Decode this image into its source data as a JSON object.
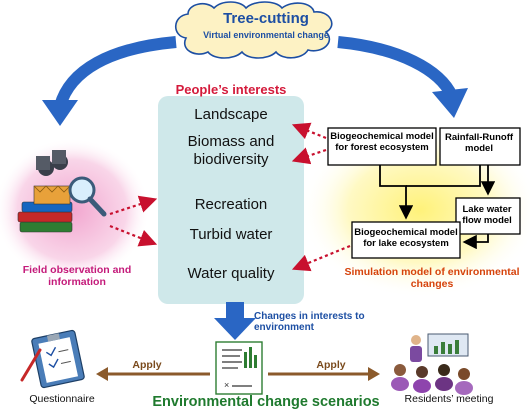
{
  "cloud": {
    "title": "Tree-cutting",
    "subtitle": "Virtual environmental change"
  },
  "interests": {
    "title": "People’s interests",
    "items": [
      "Landscape",
      "Biomass and biodiversity",
      "Recreation",
      "Turbid water",
      "Water quality"
    ]
  },
  "models": {
    "forest": "Biogeochemical model for forest ecosystem",
    "rainfall_runoff": "Rainfall-Runoff model",
    "lake_flow": "Lake water flow model",
    "lake_ecosystem": "Biogeochemical model for lake ecosystem"
  },
  "captions": {
    "field": "Field observation and information",
    "simulation": "Simulation model of environmental changes",
    "changes": "Changes in interests to environment"
  },
  "bottom": {
    "apply_left": "Apply",
    "apply_right": "Apply",
    "scenarios": "Environmental change scenarios",
    "questionnaire": "Questionnaire",
    "residents": "Residents’ meeting"
  },
  "colors": {
    "cloud_text": "#1d4fa3",
    "interests_title": "#d41a3b",
    "panel_fill": "#cfe8ea",
    "big_arrow": "#2a66c4",
    "dotted_arrow": "#c8102e",
    "field_caption": "#c41a7a",
    "simulation_caption": "#d6430c",
    "apply_arrow": "#8b5a2b",
    "scenarios_text": "#1f7a2e"
  }
}
